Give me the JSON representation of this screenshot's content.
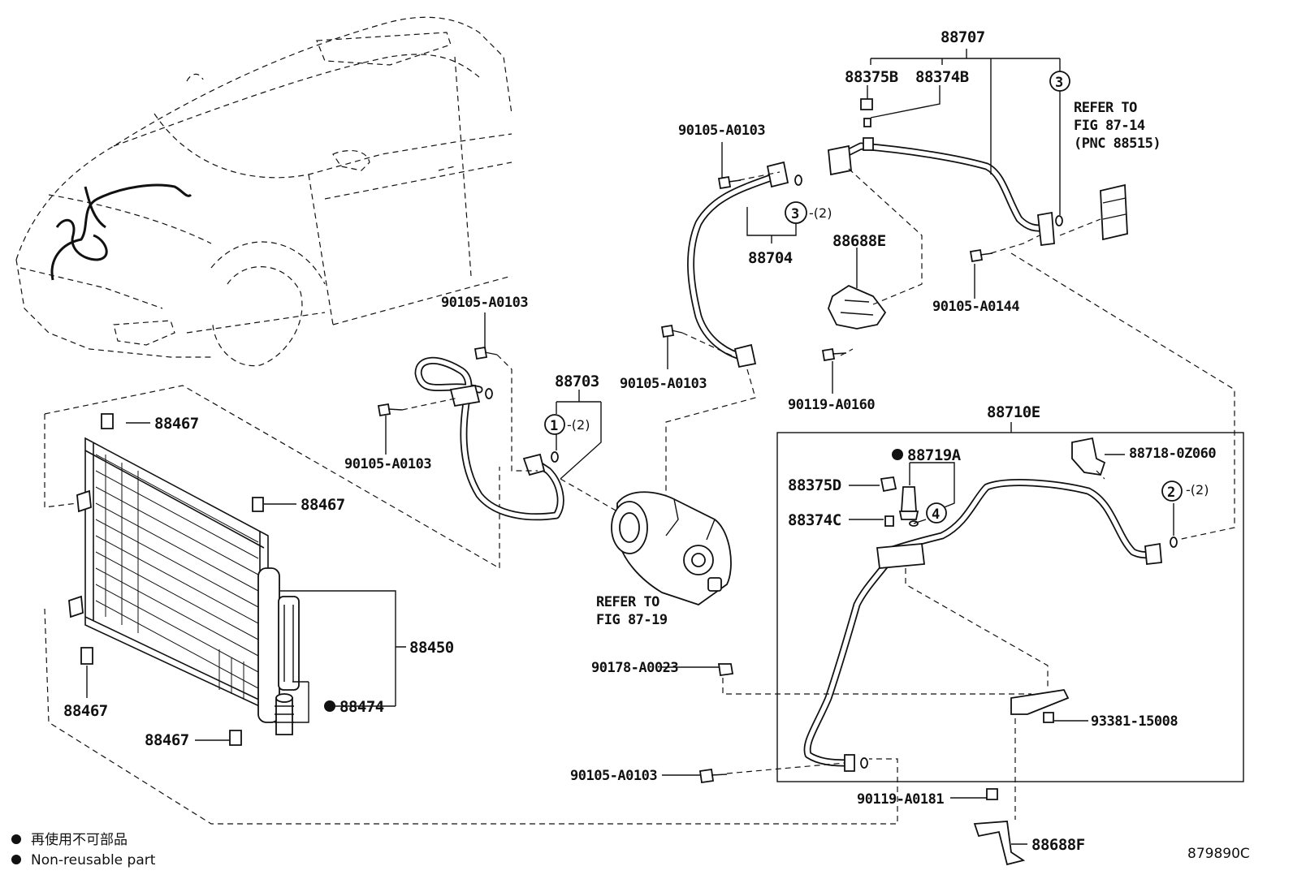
{
  "diagram_id": "879890C",
  "legend": {
    "chinese": "再使用不可部品",
    "english": "Non-reusable part"
  },
  "refs": {
    "ref_compressor_line1": "REFER TO",
    "ref_compressor_line2": "FIG 87-19",
    "ref_valve_line1": "REFER TO",
    "ref_valve_line2": "FIG 87-14",
    "ref_valve_line3": "(PNC 88515)"
  },
  "callouts": {
    "c1": "1",
    "c2": "2",
    "c3a": "3",
    "c3b": "3",
    "c4": "4",
    "qty2": "-(2)"
  },
  "parts": {
    "p88707": "88707",
    "p88375B": "88375B",
    "p88374B": "88374B",
    "p90105_A0103_top": "90105-A0103",
    "p88704": "88704",
    "p88688E": "88688E",
    "p90105_A0144": "90105-A0144",
    "p90105_A0103_mid": "90105-A0103",
    "p90105_A0103_left": "90105-A0103",
    "p88703": "88703",
    "p90105_A0103_comp": "90105-A0103",
    "p90119_A0160": "90119-A0160",
    "p88710E": "88710E",
    "p88719A": "88719A",
    "p88718_0Z060": "88718-0Z060",
    "p88375D": "88375D",
    "p88374C": "88374C",
    "p88467_a": "88467",
    "p88467_b": "88467",
    "p88467_c": "88467",
    "p88467_d": "88467",
    "p88450": "88450",
    "p88474": "88474",
    "p90178_A0023": "90178-A0023",
    "p93381_15008": "93381-15008",
    "p90105_A0103_bot": "90105-A0103",
    "p90119_A0181": "90119-A0181",
    "p88688F": "88688F"
  }
}
